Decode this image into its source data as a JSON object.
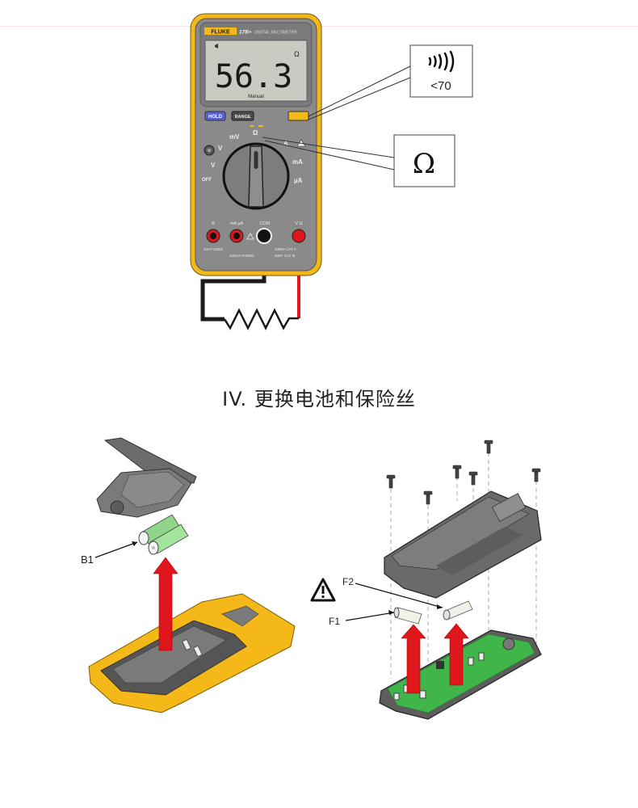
{
  "meter": {
    "brand": "FLUKE",
    "model": "17B+",
    "model_subtitle": "DIGITAL MULTIMETER",
    "display_value": "56.3",
    "display_unit": "Ω",
    "display_mode": "Manual",
    "buttons": {
      "hold": "HOLD",
      "range": "RANGE"
    },
    "dial_labels": {
      "mv": "mV",
      "ohm": "Ω",
      "v_ac": "V",
      "v_dc": "V",
      "off": "OFF",
      "a": "A",
      "ma": "mA",
      "ua": "µA"
    },
    "jacks": {
      "a": "A",
      "ma_ua": "mA µA",
      "com": "COM",
      "v_ohm": "V Ω",
      "fuse_10a": "10A FUSED",
      "fuse_400ma": "400mA FUSED",
      "cat_1000": "1000V CAT II",
      "cat_600": "600V CAT III"
    },
    "colors": {
      "yellow": "#f5b819",
      "body": "#8a8a8a",
      "lcd": "#c9cbc2",
      "hold": "#5a5fd6",
      "lead_red": "#e0161d",
      "lead_black": "#1a1a1a"
    }
  },
  "callouts": {
    "continuity_threshold": "<70",
    "continuity_icon": "sound-waves-icon",
    "ohm_symbol": "Ω"
  },
  "section": {
    "title": "IV. 更换电池和保险丝"
  },
  "battery_figure": {
    "label_b1": "B1"
  },
  "fuse_figure": {
    "label_f1": "F1",
    "label_f2": "F2",
    "warning_icon": "warning-triangle-icon"
  }
}
